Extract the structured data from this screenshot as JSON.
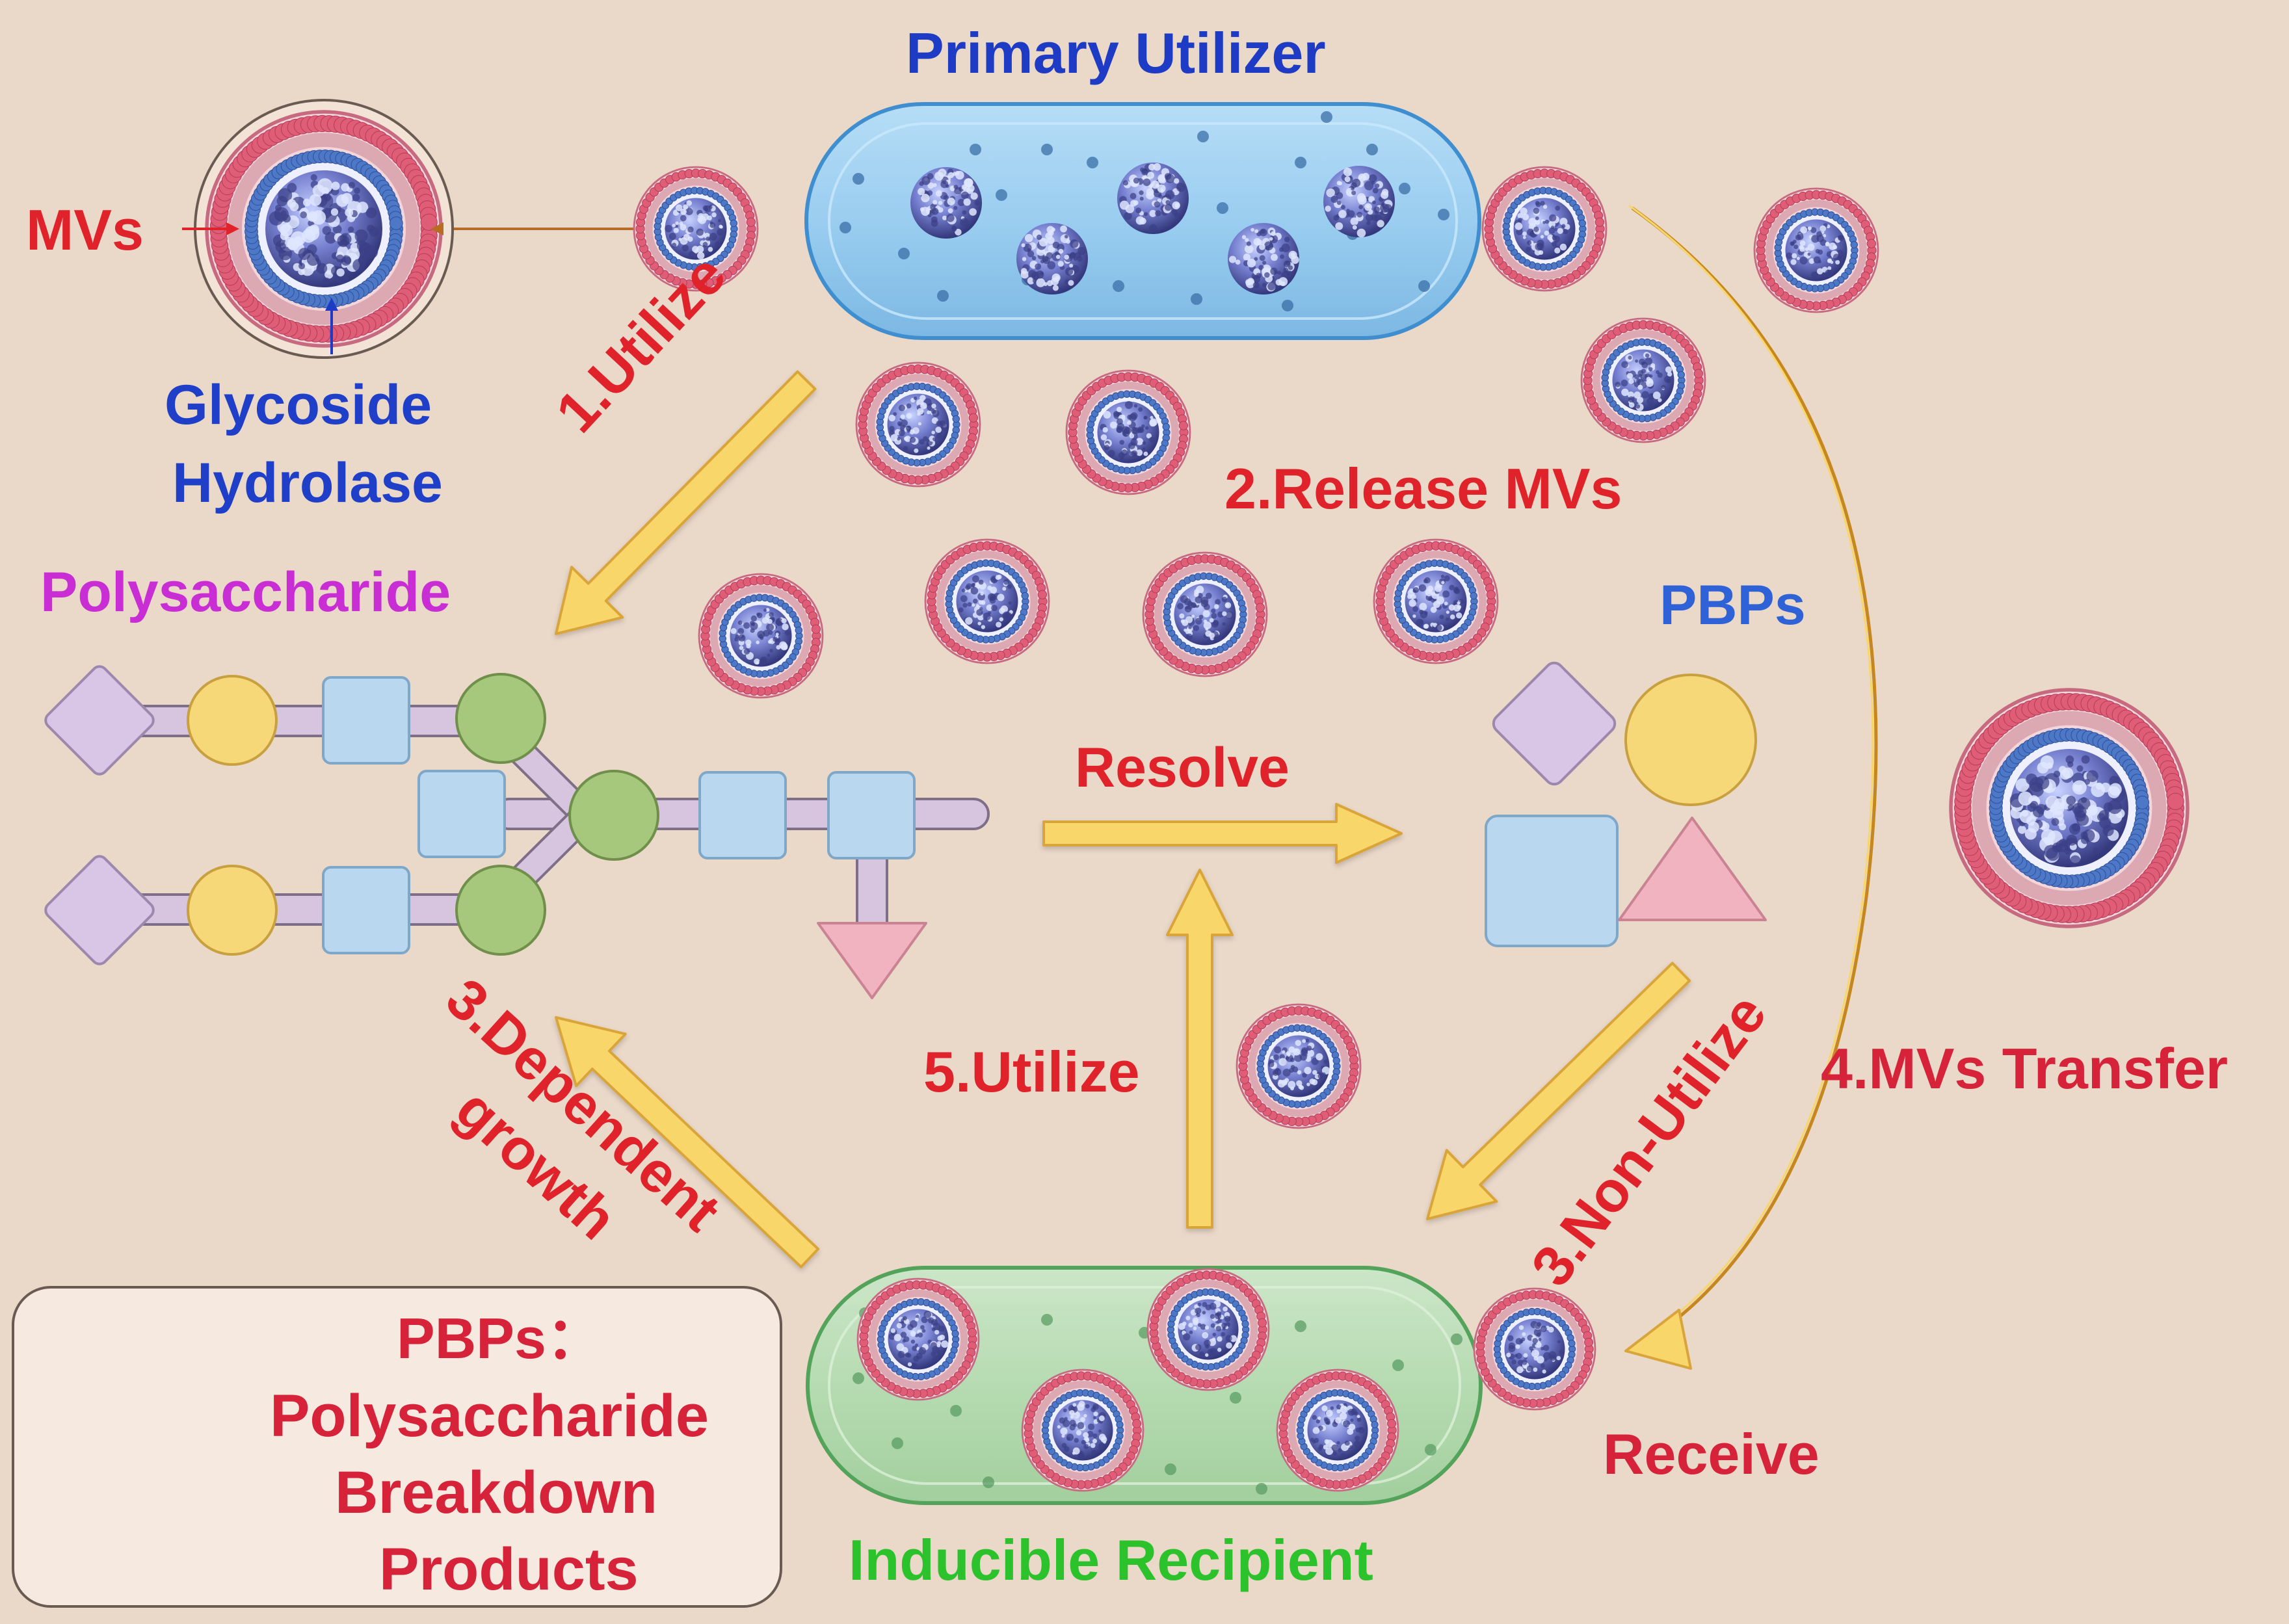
{
  "title": "Primary Utilizer",
  "labels": {
    "mvs": "MVs",
    "glycoside_line1": "Glycoside",
    "glycoside_line2": "Hydrolase",
    "polysaccharide": "Polysaccharide",
    "utilize1": "1.Utilize",
    "release": "2.Release MVs",
    "pbps": "PBPs",
    "resolve": "Resolve",
    "dependent_line1": "3.Dependent",
    "dependent_line2": "growth",
    "utilize5": "5.Utilize",
    "non_utilize": "3.Non-Utilize",
    "mvs_transfer": "4.MVs Transfer",
    "receive": "Receive",
    "inducible": "Inducible Recipient"
  },
  "legend": {
    "title": "PBPs：",
    "line1": "Polysaccharide",
    "line2": "Breakdown",
    "line3": "Products"
  },
  "colors": {
    "background": "#ead8c8",
    "primary_cell": "#9fd0f0",
    "recipient_cell": "#b8dcb8",
    "arrow": "#f8d66a",
    "diamond": "#d9c6e6",
    "circle": "#f7d878",
    "square": "#b9d8ef",
    "triangle": "#f1b3bf",
    "node": "#a6c87c"
  }
}
